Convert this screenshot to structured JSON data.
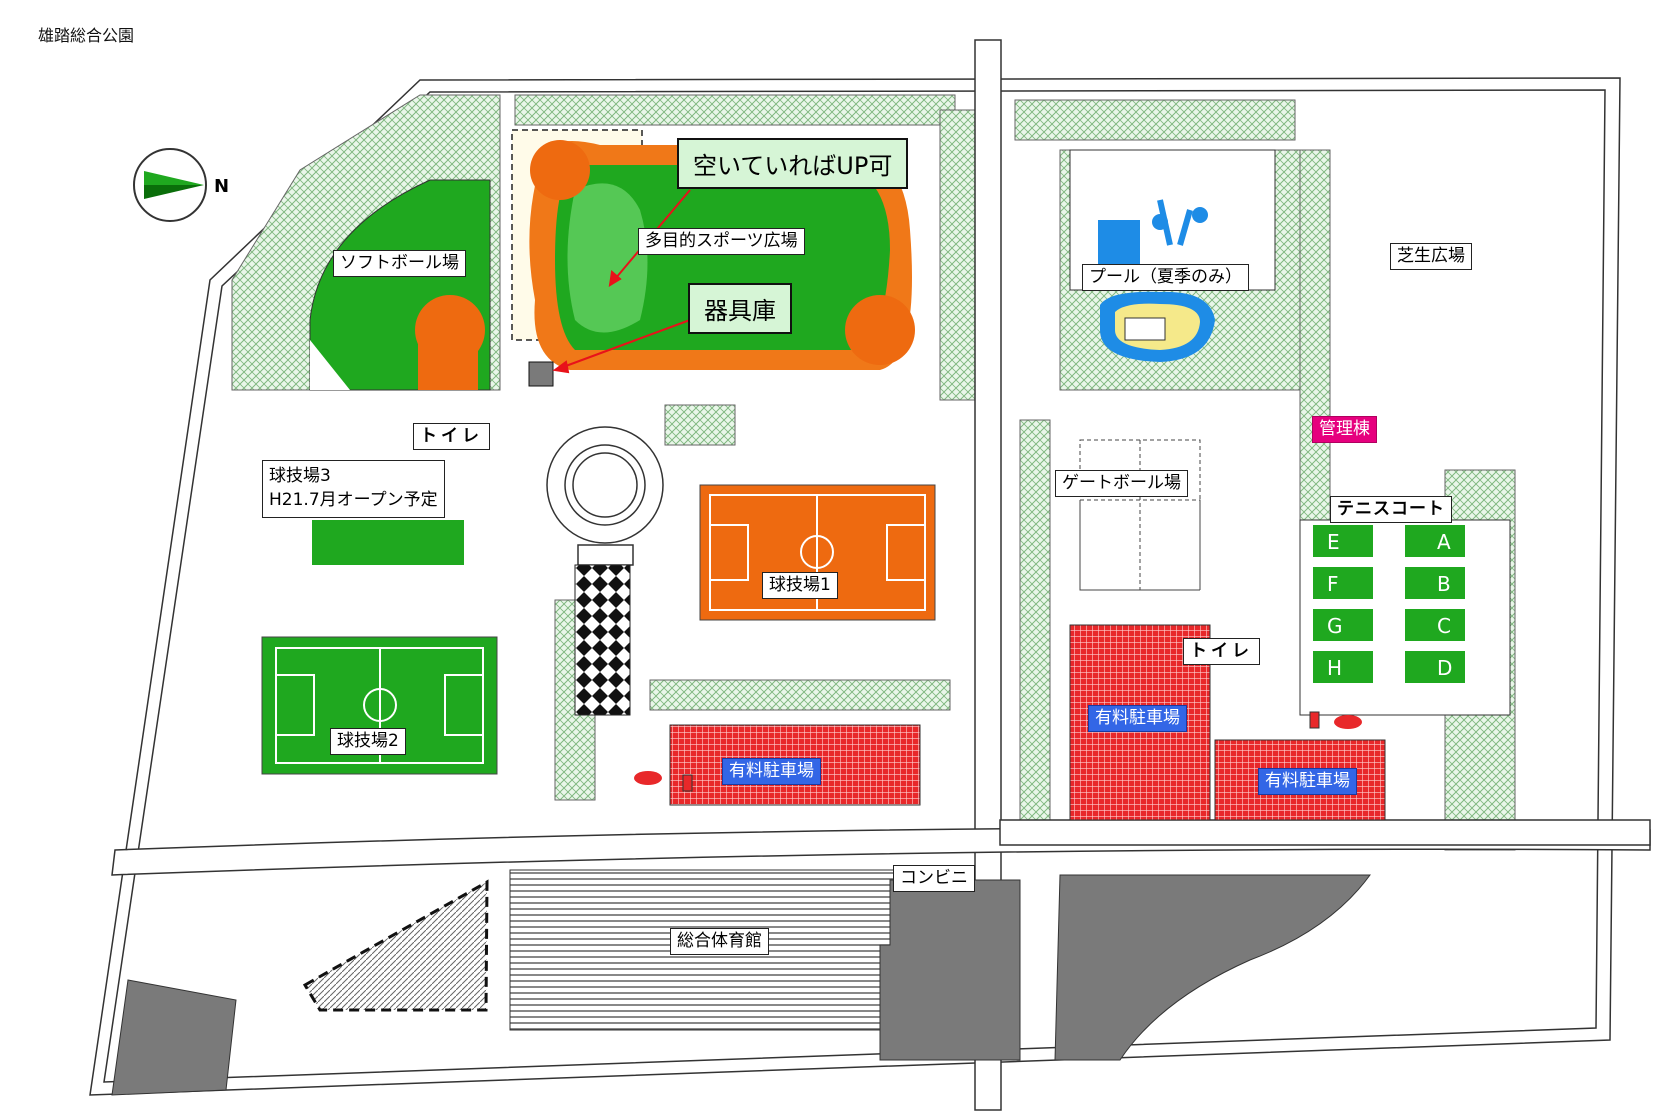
{
  "page_title": "雄踏総合公園",
  "compass": {
    "label": "N"
  },
  "callouts": {
    "multi_purpose_note": "空いていればUP可",
    "equipment_storage": "器具庫"
  },
  "facilities": {
    "softball": "ソフトボール場",
    "multi_purpose": "多目的スポーツ広場",
    "pool": "プール（夏季のみ）",
    "lawn": "芝生広場",
    "toilet_west": "トイレ",
    "field3_name": "球技場3",
    "field3_note": "H21.7月オープン予定",
    "field1": "球技場1",
    "field2": "球技場2",
    "gateball": "ゲートボール場",
    "management": "管理棟",
    "tennis": "テニスコート",
    "toilet_east": "トイレ",
    "parking_center": "有料駐車場",
    "parking_east1": "有料駐車場",
    "parking_east2": "有料駐車場",
    "convenience": "コンビニ",
    "gymnasium": "総合体育館"
  },
  "tennis_courts": {
    "left": [
      "E",
      "F",
      "G",
      "H"
    ],
    "right": [
      "A",
      "B",
      "C",
      "D"
    ]
  },
  "colors": {
    "field_green": "#1fa81f",
    "light_green": "#55c855",
    "track_orange": "#f07818",
    "clay_orange": "#ee6a10",
    "parking_red": "#e8282a",
    "pool_blue": "#1e8ce6",
    "gray_block": "#7a7a7a",
    "label_blue": "#3366e6",
    "label_pink": "#e6007e",
    "callout_fill": "#d6f5d6"
  }
}
